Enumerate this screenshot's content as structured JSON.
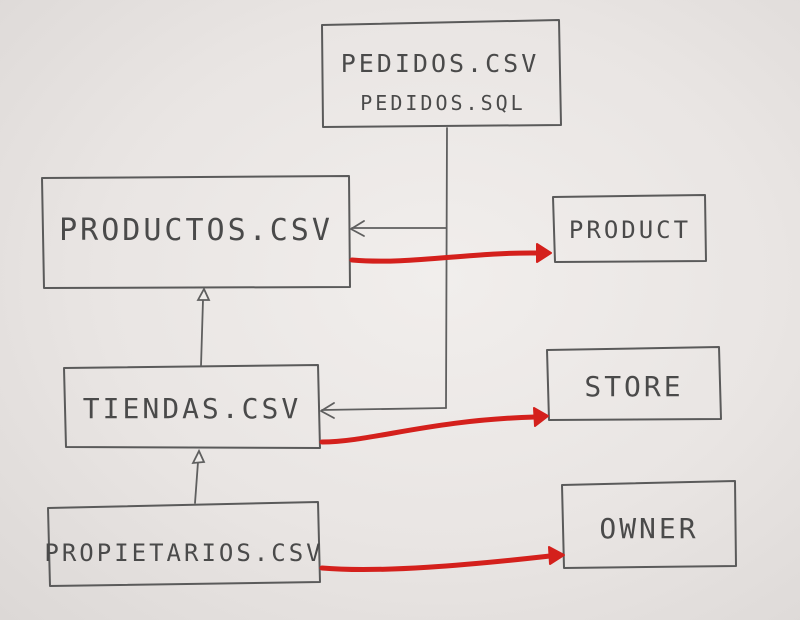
{
  "boxes": {
    "pedidos": {
      "line1": "PEDIDOS.CSV",
      "line2": "PEDIDOS.SQL"
    },
    "productos": {
      "label": "PRODUCTOS.CSV"
    },
    "tiendas": {
      "label": "TIENDAS.CSV"
    },
    "propietarios": {
      "label": "PROPIETARIOS.CSV"
    },
    "product": {
      "label": "PRODUCT"
    },
    "store": {
      "label": "STORE"
    },
    "owner": {
      "label": "OWNER"
    }
  },
  "colors": {
    "pencil": "#5a5a5a",
    "mapping_arrow": "#d4201c",
    "paper": "#ece8e6"
  }
}
